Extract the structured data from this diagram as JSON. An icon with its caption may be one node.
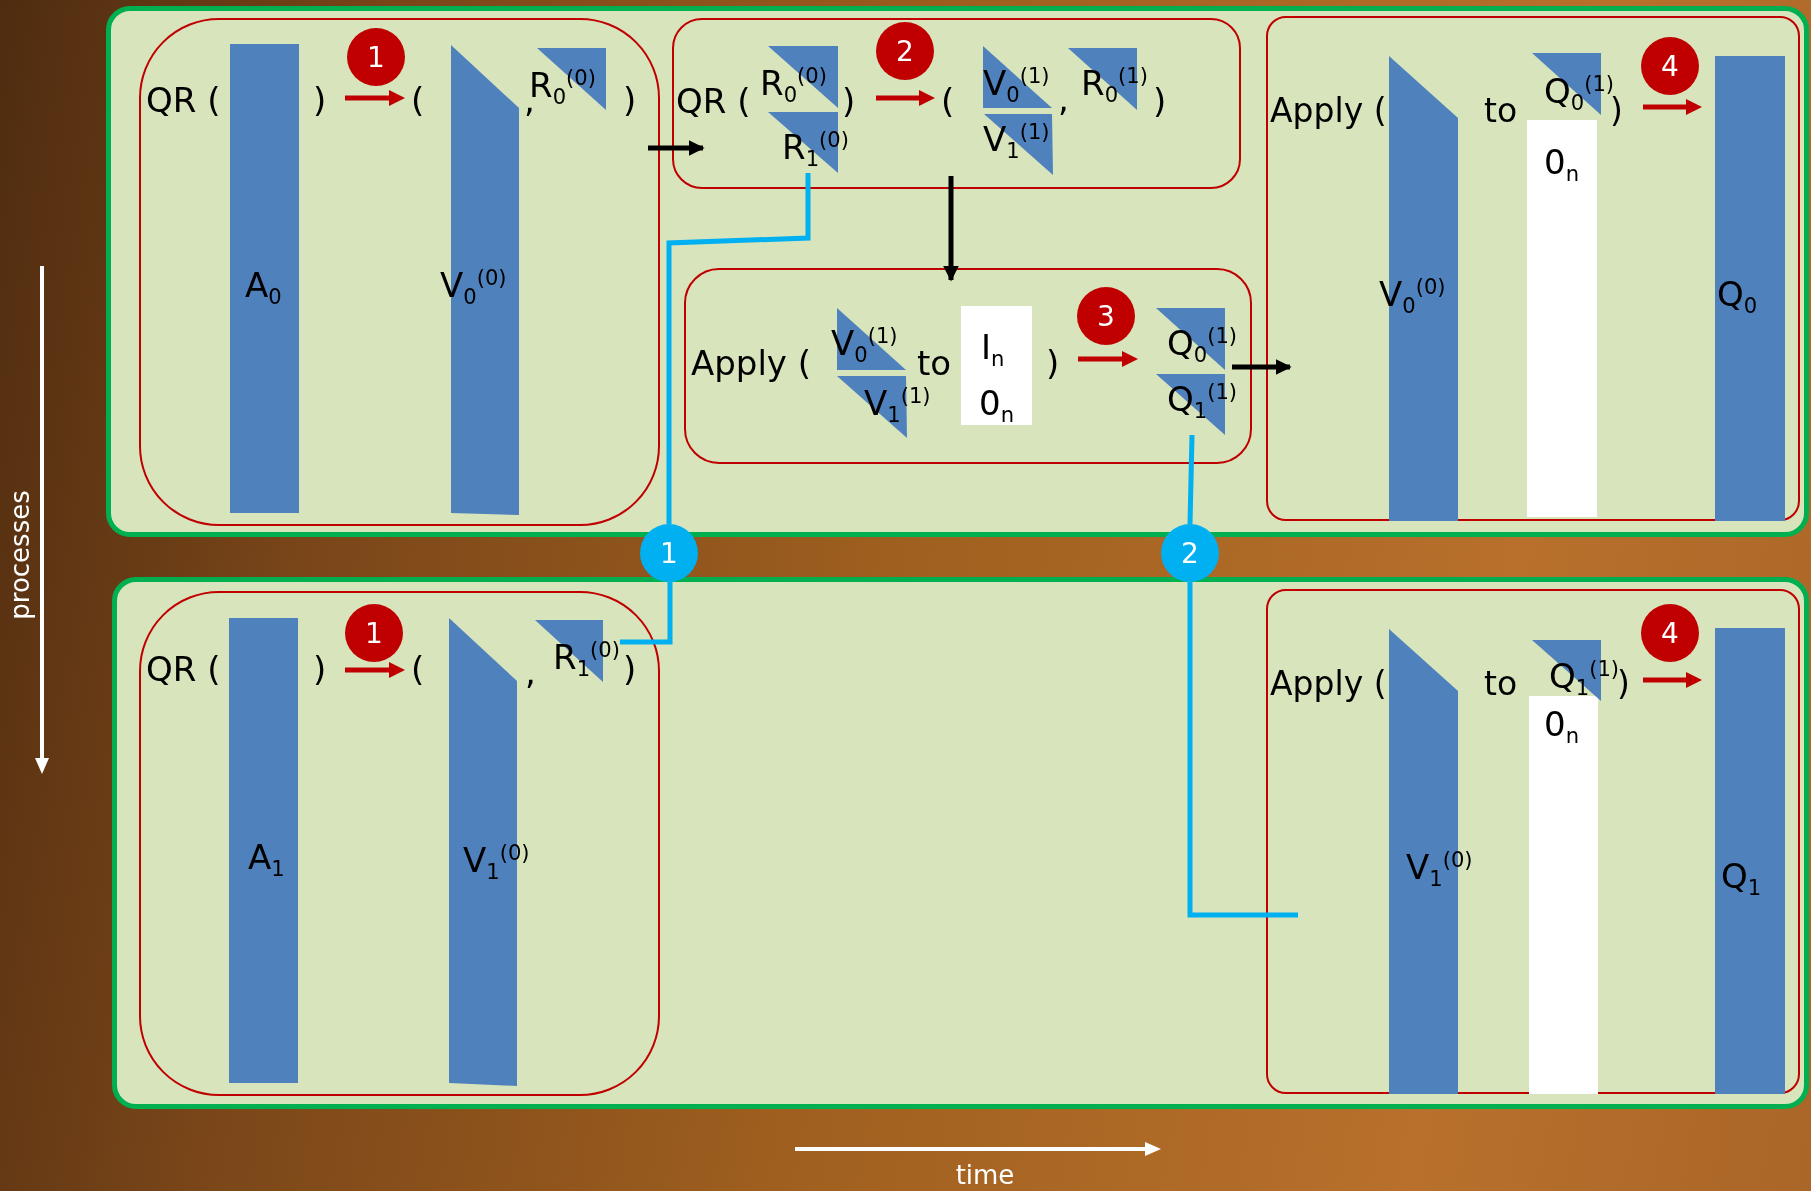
{
  "diagram": {
    "nodes": [
      {
        "text": [],
        "shape": "box"
      },
      {
        "text": [
          "QR (",
          ")",
          "(",
          ",",
          ")"
        ],
        "in": 0
      },
      {
        "text": [
          "1"
        ],
        "in": 1
      },
      {
        "text": [
          "A$_{0}$"
        ],
        "in": 1
      },
      {
        "text": [
          "V$_{0}$$^{(0)}$"
        ],
        "in": 1
      },
      {
        "text": [
          "R$_{0}$$^{(0)}$"
        ],
        "in": 1
      },
      {
        "text": [
          "QR (",
          ")",
          "(",
          ",",
          ")"
        ],
        "in": 0
      },
      {
        "text": [
          "2"
        ],
        "in": 6
      },
      {
        "text": [
          "R$_{0}$$^{(0)}$"
        ],
        "in": 6
      },
      {
        "text": [
          "R$_{1}$$^{(0)}$"
        ],
        "in": 6
      },
      {
        "text": [
          "V$_{0}$$^{(1)}$"
        ],
        "in": 6
      },
      {
        "text": [
          "V$_{1}$$^{(1)}$"
        ],
        "in": 6
      },
      {
        "text": [
          "R$_{0}$$^{(1)}$"
        ],
        "in": 6
      },
      {
        "text": [
          "Apply (",
          "to",
          ")"
        ],
        "in": 0
      },
      {
        "text": [
          "3"
        ],
        "in": 13
      },
      {
        "text": [
          "V$_{0}$$^{(1)}$"
        ],
        "in": 13
      },
      {
        "text": [
          "V$_{1}$$^{(1)}$"
        ],
        "in": 13
      },
      {
        "text": [
          "I$_{n}$",
          "0$_{n}$"
        ],
        "in": 13
      },
      {
        "text": [
          "Q$_{0}$$^{(1)}$"
        ],
        "in": 13
      },
      {
        "text": [
          "Q$_{1}$$^{(1)}$"
        ],
        "in": 13
      },
      {
        "text": [
          "Apply (",
          "to",
          ")"
        ],
        "in": 0
      },
      {
        "text": [
          "4"
        ],
        "in": 20
      },
      {
        "text": [
          "V$_{0}$$^{(0)}$"
        ],
        "in": 20
      },
      {
        "text": [
          "0$_{n}$"
        ],
        "in": 20
      },
      {
        "text": [
          "Q$_{0}$$^{(1)}$"
        ],
        "in": 20
      },
      {
        "text": [
          "Q$_{0}$"
        ],
        "in": 20
      },
      {
        "text": [
          "1"
        ]
      },
      {
        "text": [
          "2"
        ]
      },
      {
        "text": [],
        "shape": "box"
      },
      {
        "text": [
          "QR (",
          ")",
          "(",
          ",",
          ")"
        ],
        "in": 28
      },
      {
        "text": [
          "1"
        ],
        "in": 29
      },
      {
        "text": [
          "A$_{1}$"
        ],
        "in": 29
      },
      {
        "text": [
          "V$_{1}$$^{(0)}$"
        ],
        "in": 29
      },
      {
        "text": [
          "R$_{1}$$^{(0)}$"
        ],
        "in": 29
      },
      {
        "text": [
          "Apply (",
          "to",
          ")"
        ],
        "in": 28
      },
      {
        "text": [
          "4"
        ],
        "in": 34
      },
      {
        "text": [
          "V$_{1}$$^{(0)}$"
        ],
        "in": 34
      },
      {
        "text": [
          "0$_{n}$"
        ],
        "in": 34
      },
      {
        "text": [
          "Q$_{1}$$^{(1)}$"
        ],
        "in": 34
      },
      {
        "text": [
          "Q$_{1}$"
        ],
        "in": 34
      }
    ],
    "edges": [
      {
        "from": 1,
        "to": 6,
        "arrow": "to",
        "color": "#000000"
      },
      {
        "from": 6,
        "to": 13,
        "arrow": "to",
        "color": "#000000"
      },
      {
        "from": 13,
        "to": 20,
        "arrow": "to",
        "color": "#000000"
      },
      {
        "from": 33,
        "to": 26,
        "arrow": "none",
        "color": "#00b0f0"
      },
      {
        "from": 26,
        "to": 9,
        "arrow": "none",
        "color": "#00b0f0"
      },
      {
        "from": 19,
        "to": 27,
        "arrow": "none",
        "color": "#00b0f0"
      },
      {
        "from": 27,
        "to": 34,
        "arrow": "none",
        "color": "#00b0f0"
      }
    ],
    "labels": [
      "processes",
      "time"
    ]
  }
}
